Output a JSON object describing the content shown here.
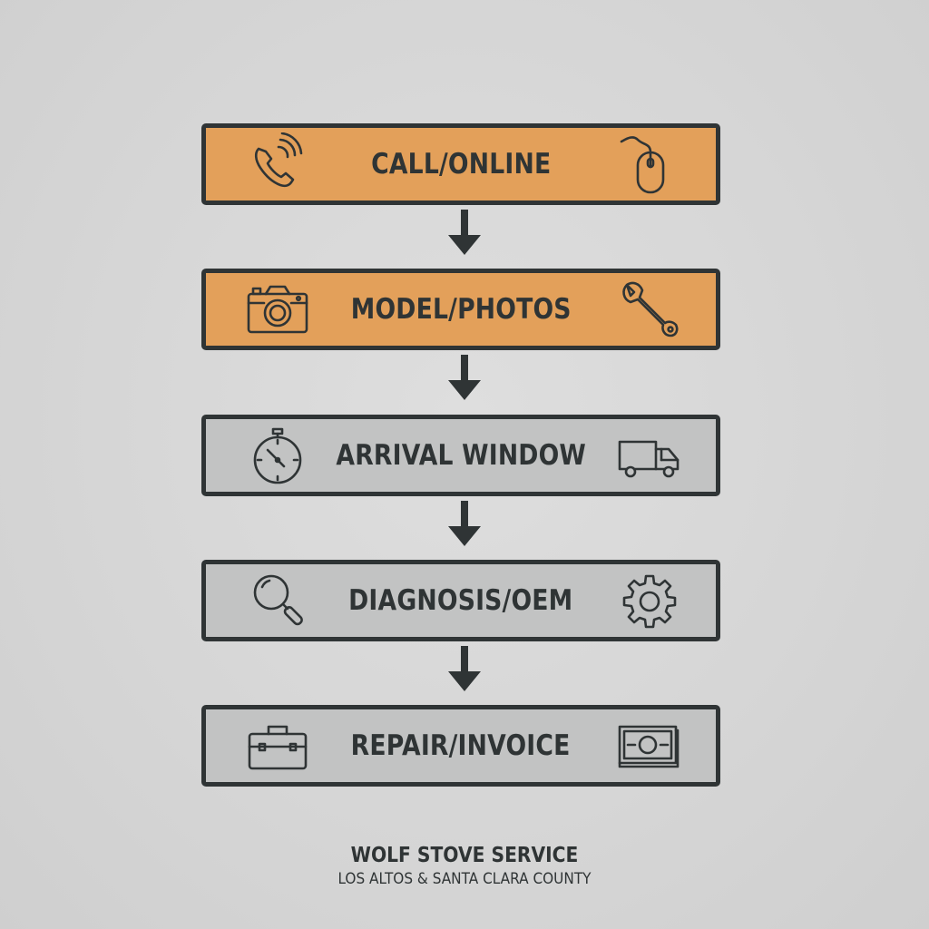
{
  "steps": [
    {
      "label": "CALL/ONLINE",
      "left_icon": "phone-icon",
      "right_icon": "mouse-icon",
      "highlight": true
    },
    {
      "label": "MODEL/PHOTOS",
      "left_icon": "camera-icon",
      "right_icon": "wrench-icon",
      "highlight": true
    },
    {
      "label": "ARRIVAL WINDOW",
      "left_icon": "stopwatch-icon",
      "right_icon": "truck-icon",
      "highlight": false
    },
    {
      "label": "DIAGNOSIS/OEM",
      "left_icon": "magnifier-icon",
      "right_icon": "gear-icon",
      "highlight": false
    },
    {
      "label": "REPAIR/INVOICE",
      "left_icon": "toolbox-icon",
      "right_icon": "cash-icon",
      "highlight": false
    }
  ],
  "footer": {
    "name": "WOLF STOVE SERVICE",
    "area": "LOS ALTOS & SANTA CLARA COUNTY"
  },
  "colors": {
    "highlight": "#e3a05a",
    "neutral": "#c2c3c3",
    "ink": "#2f3435",
    "background": "#d6d6d6"
  }
}
